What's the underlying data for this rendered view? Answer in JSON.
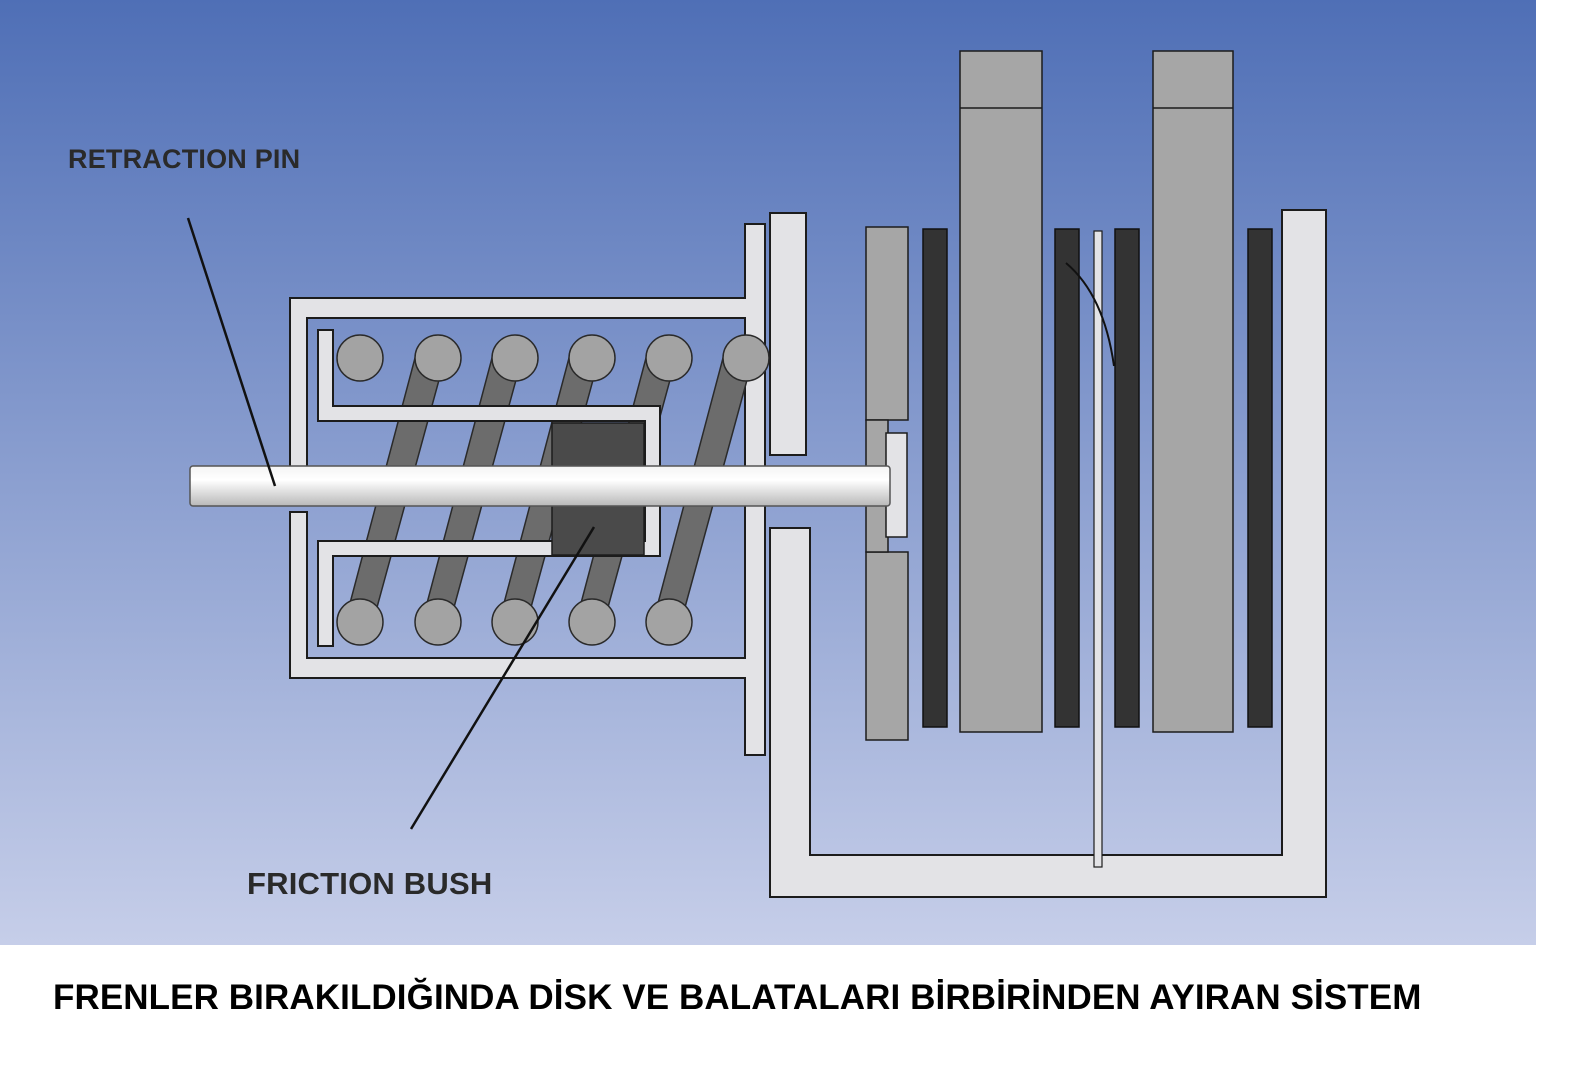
{
  "labels": {
    "retraction_pin": "RETRACTION PIN",
    "friction_bush": "FRICTION BUSH"
  },
  "caption": "FRENLER BIRAKILDIĞINDA DİSK VE BALATALARI BİRBİRİNDEN AYIRAN SİSTEM",
  "colors": {
    "background_top": "#4f6fb6",
    "background_bottom": "#c6cee9",
    "housing_fill": "#e3e3e6",
    "spring_fill": "#6c6c6c",
    "coil_fill": "#a3a3a3",
    "bush_fill": "#4a4a4a",
    "disc_fill": "#a6a6a6",
    "pad_fill": "#333333",
    "outline": "#1c1c1c"
  }
}
